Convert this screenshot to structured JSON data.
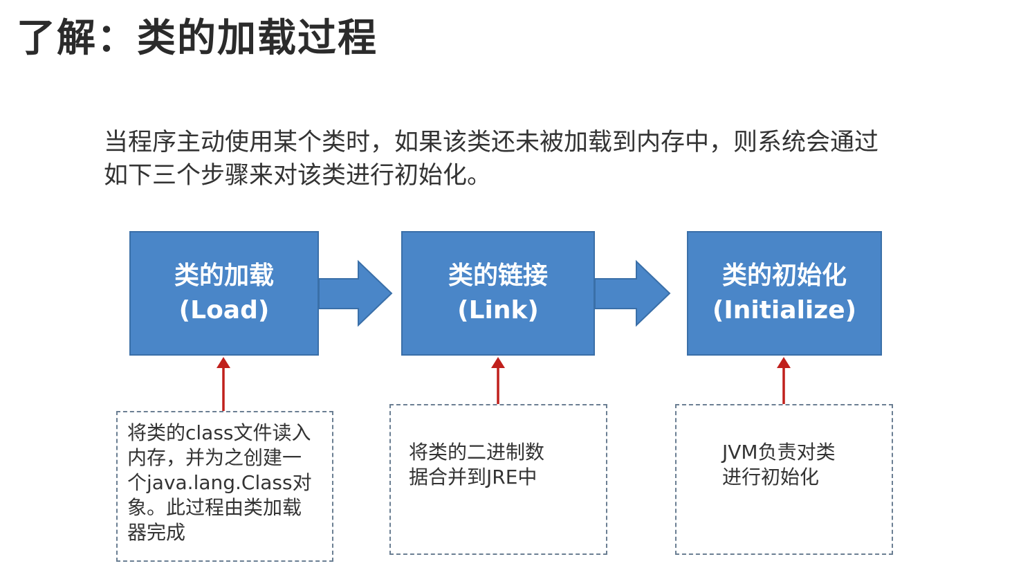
{
  "title": "了解：类的加载过程",
  "intro": {
    "line1": "当程序主动使用某个类时，如果该类还未被加载到内存中，则系统会通过",
    "line2": "如下三个步骤来对该类进行初始化。"
  },
  "steps": [
    {
      "name": "类的加载",
      "en": "(Load)"
    },
    {
      "name": "类的链接",
      "en": "(Link)"
    },
    {
      "name": "类的初始化",
      "en": "(Initialize)"
    }
  ],
  "notes": {
    "load": [
      "将类的class文件读入",
      "内存，并为之创建一",
      "个java.lang.Class对",
      "象。此过程由类加载",
      "器完成"
    ],
    "link": [
      "将类的二进制数",
      "据合并到JRE中"
    ],
    "init": [
      "JVM负责对类",
      "进行初始化"
    ]
  },
  "colors": {
    "box_fill": "#4a86c8",
    "box_border": "#3a6fa8",
    "arrow_up": "#c0201c",
    "note_border": "#6a7e92"
  }
}
